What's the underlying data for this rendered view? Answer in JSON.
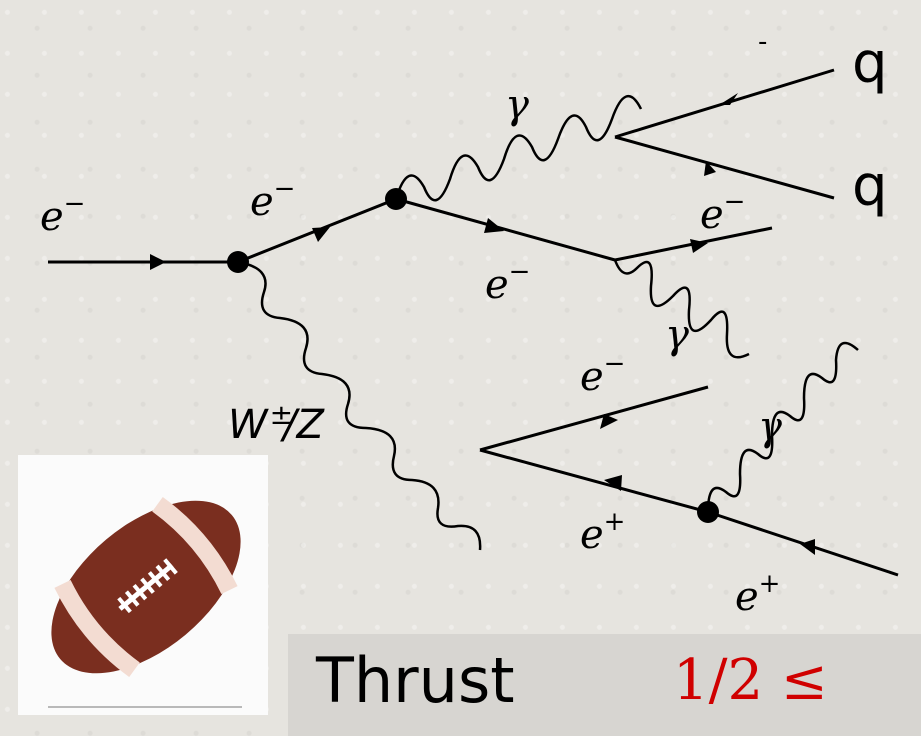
{
  "diagram": {
    "electron_labels": {
      "incoming": "e",
      "after_vertex1": "e",
      "after_vertex2": "e",
      "outgoing_top": "e",
      "pair_electron": "e",
      "pair_positron": "e",
      "final_positron": "e"
    },
    "charges": {
      "minus": "−",
      "plus": "+"
    },
    "photon": "γ",
    "quarks": [
      "q",
      "q"
    ],
    "quark_bar": "-",
    "boson": {
      "w": "W",
      "charge": "±",
      "slash_z": "/Z"
    }
  },
  "thrust": {
    "label": "Thrust",
    "formula": "1/2 ≤"
  },
  "colors": {
    "formula": "#d00000",
    "football": "#7a2e1f",
    "football_stripe": "#f3dcd2"
  },
  "icons": {
    "football": "football-icon"
  }
}
